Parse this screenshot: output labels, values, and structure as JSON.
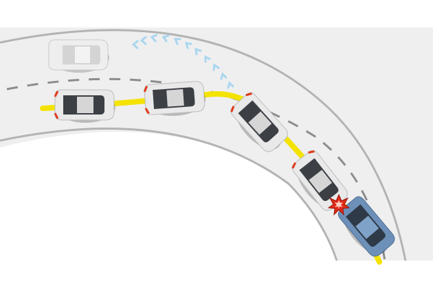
{
  "scene": {
    "colors": {
      "road": "#efefef",
      "lane_line": "#b3b3b3",
      "dash": "#8c8c8c",
      "path": "#f4e200",
      "swerve_chevrons": "#a9d6ef",
      "car_body": "#e9e9e9",
      "car_glass": "#3c3f44",
      "brake_light": "#e23b1b",
      "blue_car": "#6d90b8",
      "impact": "#e02a18"
    },
    "vehicles": [
      {
        "id": "parked-car",
        "icon": "car-icon",
        "role": "oncoming lane, no brake lights"
      },
      {
        "id": "car-1",
        "icon": "car-icon",
        "role": "following the yellow path"
      },
      {
        "id": "car-2",
        "icon": "car-icon",
        "role": "following the yellow path"
      },
      {
        "id": "car-3",
        "icon": "car-icon",
        "role": "braking in curve"
      },
      {
        "id": "car-4",
        "icon": "car-icon",
        "role": "braking in curve"
      },
      {
        "id": "blue-car",
        "icon": "car-icon",
        "role": "vehicle ahead"
      }
    ],
    "markers": {
      "impact": "collision-burst-icon",
      "swerve": "chevron-arrows-icon"
    }
  }
}
